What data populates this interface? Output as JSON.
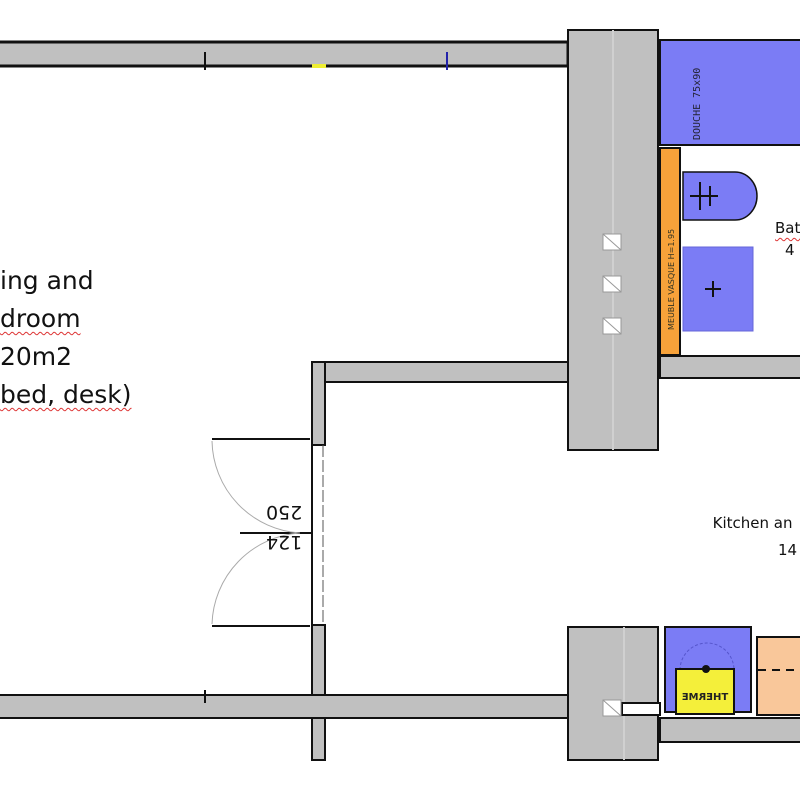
{
  "rooms": {
    "living": {
      "lines": [
        "ing and",
        "droom",
        "20m2",
        "bed, desk)"
      ]
    },
    "bathroom": {
      "line1": "Bat",
      "line2": "4"
    },
    "kitchen": {
      "line1": "Kitchen an",
      "line2": "14"
    }
  },
  "dimensions": {
    "door_height": "250",
    "door_width": "124"
  },
  "fixtures": {
    "shower": "DOUCHE 75x90",
    "vanity": "MEUBLE VASQUE H=1.95",
    "heater": "THERME"
  },
  "colors": {
    "wall": "#c0c0c0",
    "fixture": "#7b7cf5",
    "vanity_strip": "#f7a23a",
    "heater": "#f4ef3a",
    "counter": "#f9c79a"
  }
}
